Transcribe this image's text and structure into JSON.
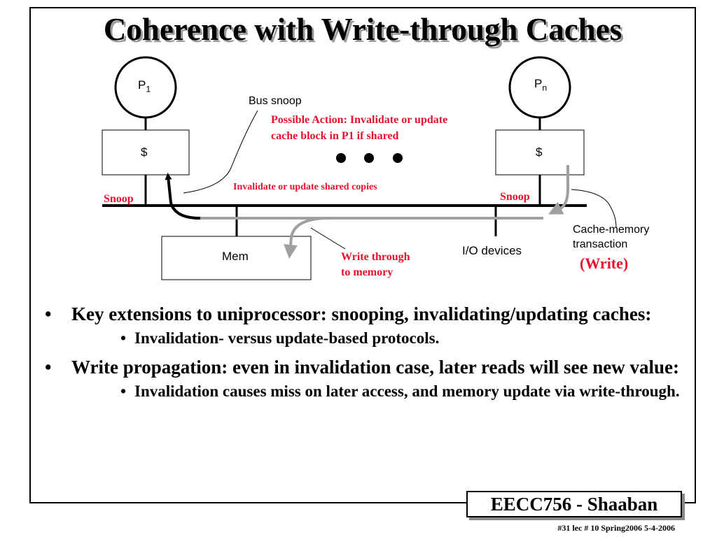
{
  "slide": {
    "title": "Coherence with Write-through Caches"
  },
  "diagram": {
    "p1": {
      "base": "P",
      "sub": "1"
    },
    "pn": {
      "base": "P",
      "sub": "n"
    },
    "cache_left": "$",
    "cache_right": "$",
    "mem": "Mem",
    "io_devices": "I/O devices",
    "bus_snoop": "Bus snoop",
    "possible_action_line1": "Possible Action:  Invalidate or update",
    "possible_action_line2": "cache block in P1 if shared",
    "invalidate_shared": "Invalidate or update shared copies",
    "snoop_left": "Snoop",
    "snoop_right": "Snoop",
    "write_through_line1": "Write through",
    "write_through_line2": "to memory",
    "cache_mem_line1": "Cache-memory",
    "cache_mem_line2": "transaction",
    "write_label": "(Write)"
  },
  "bullets": [
    {
      "text": "Key extensions to uniprocessor: snooping, invalidating/updating caches:",
      "sub": "Invalidation- versus update-based protocols."
    },
    {
      "text": "Write propagation: even in invalidation case, later reads will see new value:",
      "sub": "Invalidation causes miss on later access, and memory update via write-through."
    }
  ],
  "footer": {
    "course": "EECC756 - Shaaban",
    "meta": "#31   lec # 10   Spring2006   5-4-2006"
  },
  "colors": {
    "accent_red": "#e8112d",
    "arrow_gray": "#a0a0a0"
  }
}
